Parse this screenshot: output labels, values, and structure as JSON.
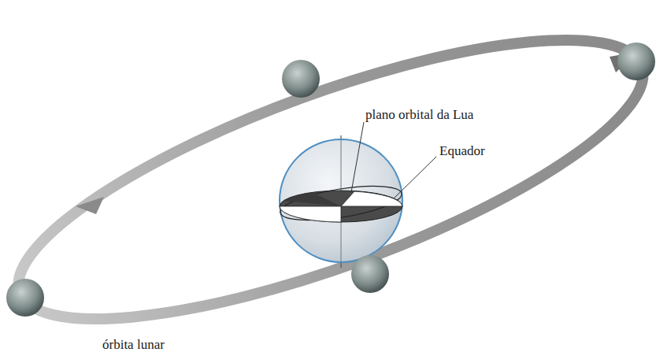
{
  "diagram": {
    "labels": [
      "plano orbital da Lua",
      "Equador",
      "órbita lunar"
    ]
  }
}
